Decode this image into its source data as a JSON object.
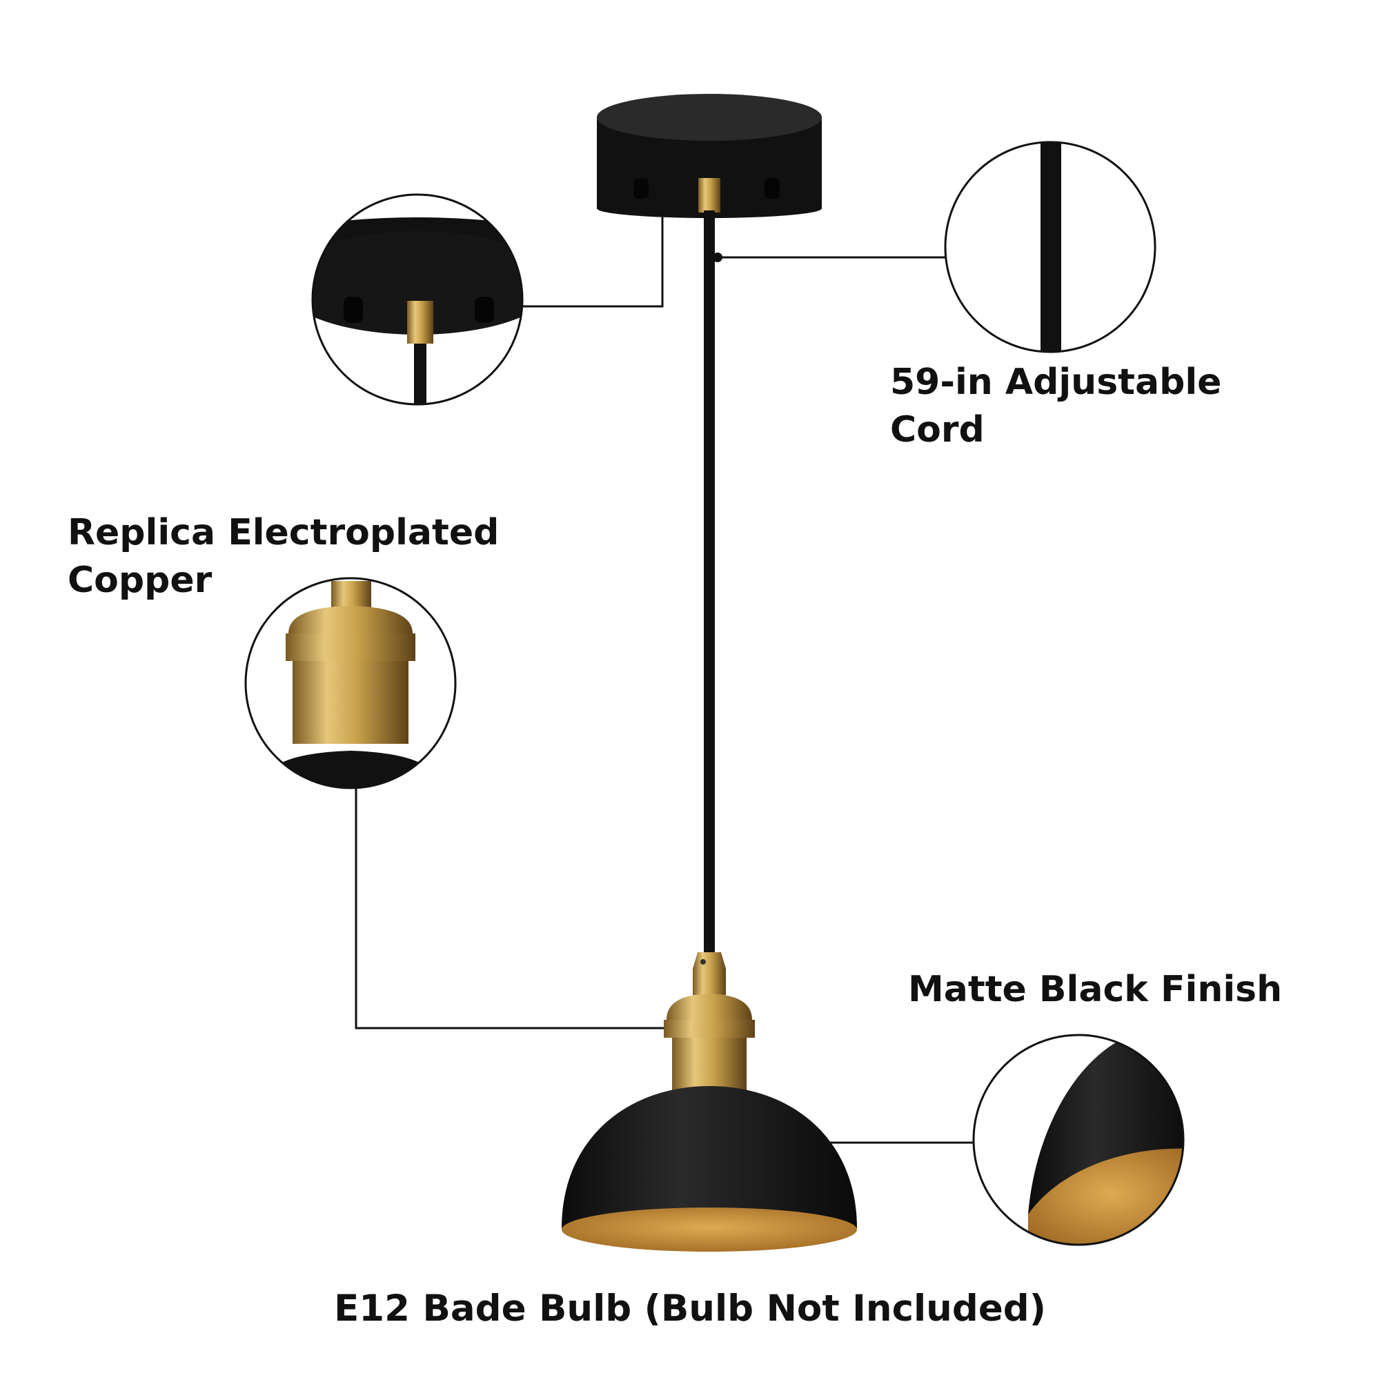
{
  "product": {
    "type": "pendant light",
    "colors": {
      "black": "#151515",
      "brass": "#c9a24c",
      "gold_interior": "#c68f36",
      "callout_line": "#111111",
      "background": "#ffffff"
    }
  },
  "callouts": {
    "cord": {
      "line1": "59-in Adjustable",
      "line2": "Cord",
      "icon": "cord-closeup"
    },
    "copper": {
      "line1": "Replica Electroplated",
      "line2": "Copper",
      "icon": "socket-closeup"
    },
    "finish": {
      "line1": "Matte Black Finish",
      "icon": "shade-closeup"
    },
    "bulb": {
      "text": "E12 Bade Bulb (Bulb Not Included)"
    },
    "canopy": {
      "icon": "canopy-closeup"
    }
  }
}
